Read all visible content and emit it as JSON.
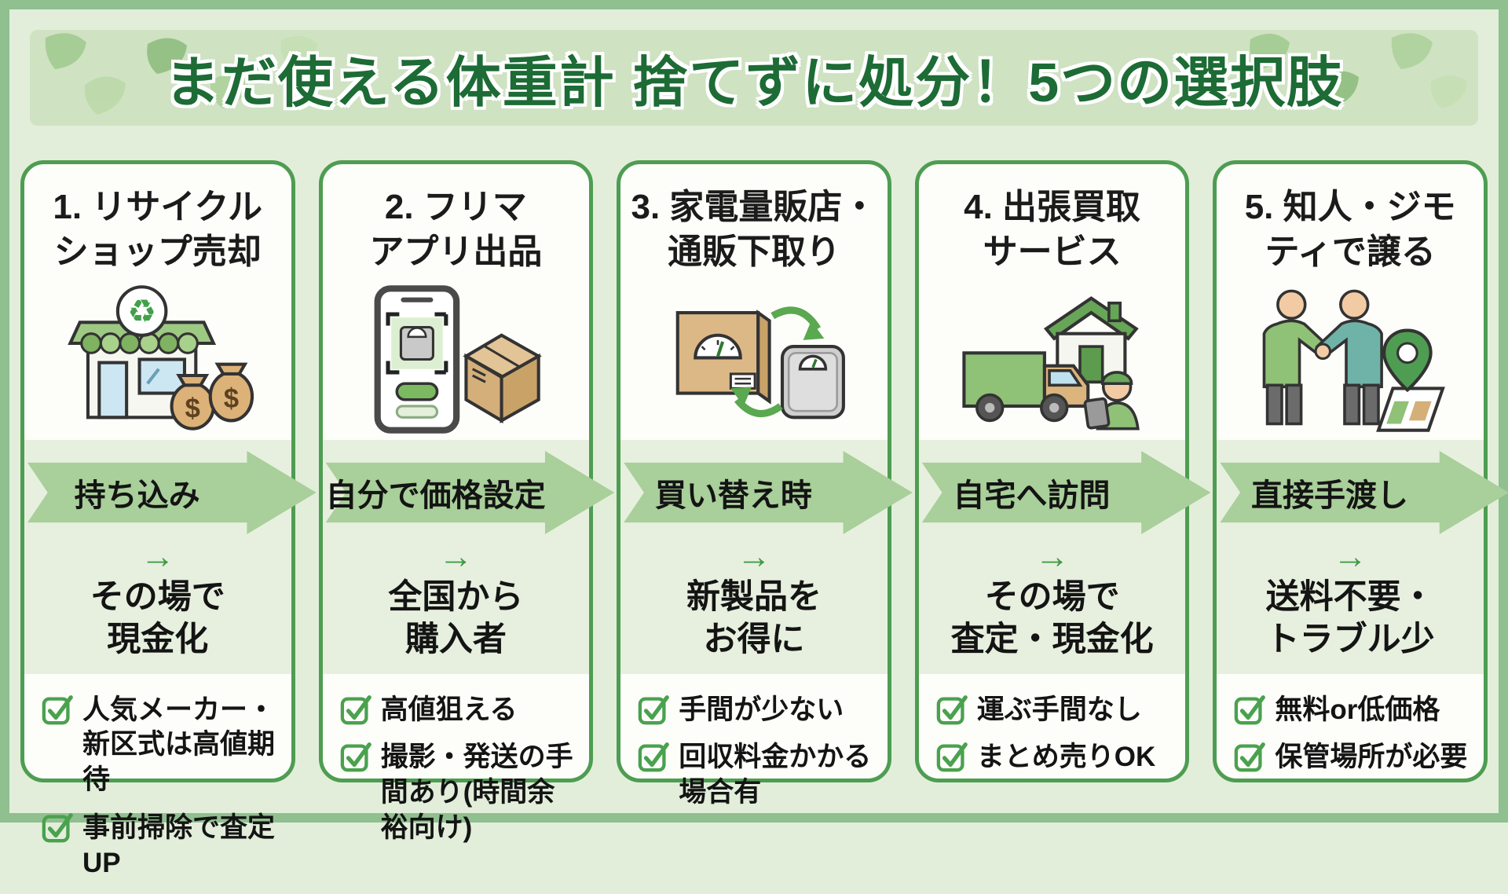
{
  "page": {
    "title": "まだ使える体重計 捨てずに処分！5つの選択肢"
  },
  "colors": {
    "frame_border": "#90c08f",
    "page_bg": "#e2eeda",
    "banner_bg": "#cfe2c2",
    "title_text": "#1d6b35",
    "card_border": "#4e9d52",
    "card_bg": "#fdfdfa",
    "band_bg": "#e7f0df",
    "arrow_fill": "#a9cf9a",
    "accent_green": "#3f9b44",
    "text_black": "#141414"
  },
  "cards": [
    {
      "title": "1. リサイクル\nショップ売却",
      "icon": "recycle-shop-icon",
      "arrow_label": "持ち込み",
      "small_arrow": "→",
      "result": "その場で\n現金化",
      "checks": [
        "人気メーカー・新区式は高値期待",
        "事前掃除で査定UP"
      ]
    },
    {
      "title": "2. フリマ\nアプリ出品",
      "icon": "fleamarket-app-icon",
      "arrow_label": "自分で価格設定",
      "small_arrow": "→",
      "result": "全国から\n購入者",
      "checks": [
        "高値狙える",
        "撮影・発送の手間あり(時間余裕向け)"
      ]
    },
    {
      "title": "3. 家電量販店・\n通販下取り",
      "icon": "tradein-icon",
      "arrow_label": "買い替え時",
      "small_arrow": "→",
      "result": "新製品を\nお得に",
      "checks": [
        "手間が少ない",
        "回収料金かかる場合有"
      ]
    },
    {
      "title": "4. 出張買取\nサービス",
      "icon": "visiting-buyer-icon",
      "arrow_label": "自宅へ訪問",
      "small_arrow": "→",
      "result": "その場で\n査定・現金化",
      "checks": [
        "運ぶ手間なし",
        "まとめ売りOK"
      ]
    },
    {
      "title": "5. 知人・ジモ\nティで譲る",
      "icon": "handover-icon",
      "arrow_label": "直接手渡し",
      "small_arrow": "→",
      "result": "送料不要・\nトラブル少",
      "checks": [
        "無料or低価格",
        "保管場所が必要"
      ]
    }
  ]
}
